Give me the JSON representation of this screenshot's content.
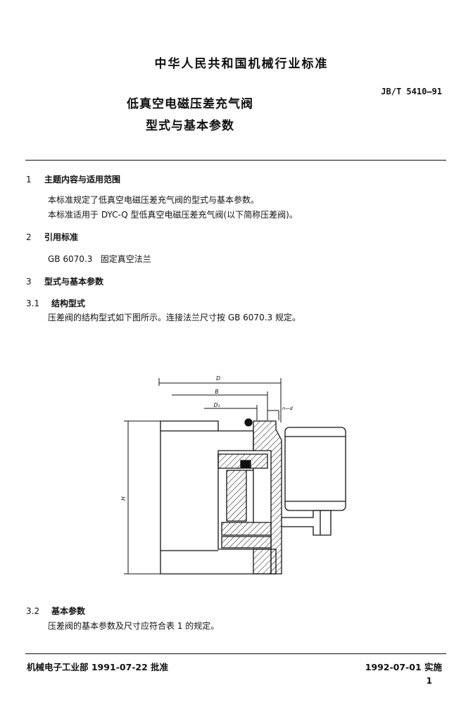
{
  "header": {
    "org_title": "中华人民共和国机械行业标准",
    "standard_number": "JB/T 5410—91"
  },
  "title": {
    "line1": "低真空电磁压差充气阀",
    "line2": "型式与基本参数"
  },
  "sections": {
    "s1": {
      "num": "1",
      "title": "主题内容与适用范围",
      "p1": "本标准规定了低真空电磁压差充气阀的型式与基本参数。",
      "p2": "本标准适用于 DYC-Q 型低真空电磁压差充气阀(以下简称压差阀)。"
    },
    "s2": {
      "num": "2",
      "title": "引用标准",
      "ref_code": "GB 6070.3",
      "ref_title": "固定真空法兰"
    },
    "s3": {
      "num": "3",
      "title": "型式与基本参数"
    },
    "s31": {
      "num": "3.1",
      "title": "结构型式",
      "p1": "压差阀的结构型式如下图所示。连接法兰尺寸按 GB 6070.3 规定。"
    },
    "s32": {
      "num": "3.2",
      "title": "基本参数",
      "p1": "压差阀的基本参数及尺寸应符合表 1 的规定。"
    }
  },
  "figure": {
    "dim_D": "D",
    "dim_B": "B",
    "dim_D1": "D₁",
    "dim_H": "H",
    "dim_n_d": "n—d"
  },
  "footer": {
    "approval": "机械电子工业部 1991-07-22 批准",
    "implementation": "1992-07-01 实施",
    "page_number": "1"
  }
}
